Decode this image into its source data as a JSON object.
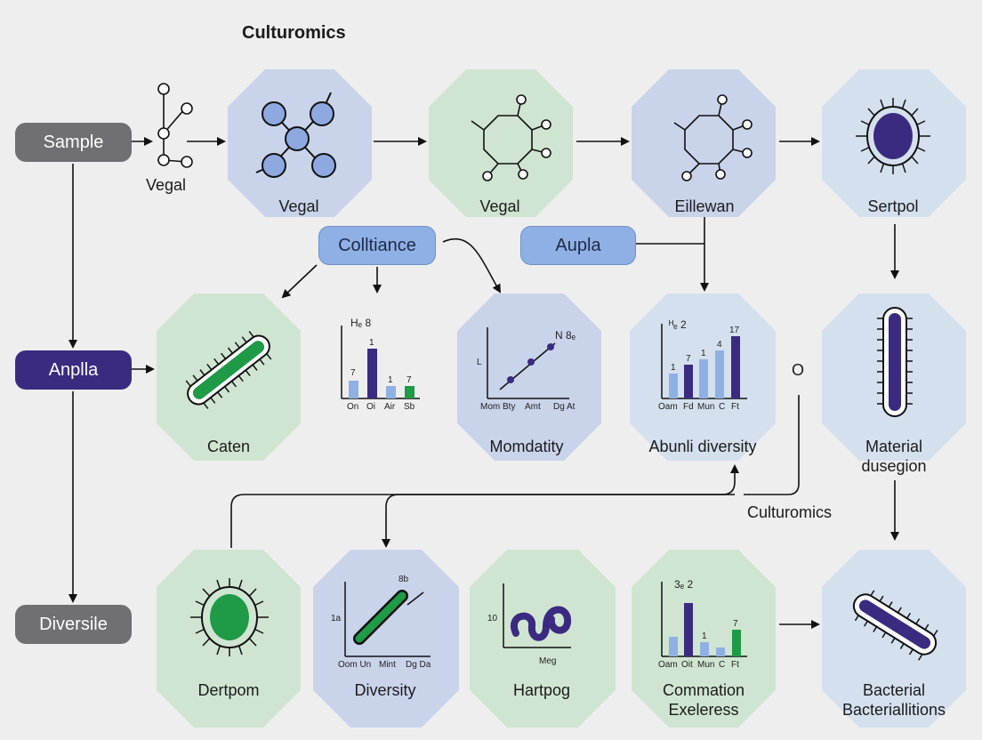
{
  "title": "Culturomics",
  "pills": {
    "sample": "Sample",
    "anpla": "Anplla",
    "diversile": "Diversile",
    "coltirance": "Colltiance",
    "aupla": "Aupla"
  },
  "nodes": {
    "r1": [
      "Vegal",
      "Vegal",
      "Eillewan",
      "Sertpol"
    ],
    "r2": [
      "Caten",
      "Momdatity",
      "Abunli diversity",
      "Material",
      "dusegion"
    ],
    "r3": [
      "Dertpom",
      "Diversity",
      "Hartpog",
      "Commation",
      "Exeleress",
      "Bacterial",
      "Bacteriallitions"
    ]
  },
  "side_labels": {
    "tree": "Vegal",
    "culturomics2": "Culturomics",
    "o_mark": "O"
  },
  "mini_charts": {
    "c1": {
      "top": "Hₑ 8",
      "vals": [
        "7",
        "1",
        "1",
        "7"
      ],
      "cats": [
        "On",
        "Oi",
        "Air",
        "Sb"
      ]
    },
    "c2": {
      "top": "N 8ₑ",
      "left": "L",
      "cats": [
        "Mom Bty",
        "Amt",
        "Dg At"
      ]
    },
    "c3": {
      "top": "ᴴₑ 2",
      "vals": [
        "1",
        "7",
        "1",
        "4",
        "17"
      ],
      "cats": [
        "Oam",
        "Fd",
        "Mun",
        "C",
        "Ft"
      ]
    },
    "c4": {
      "top": "8b",
      "left": "1a",
      "cats": [
        "Oom Un",
        "Mint",
        "Dg Da"
      ]
    },
    "c5": {
      "left": "10",
      "bottom": "Meg"
    },
    "c6": {
      "top": "3ₑ 2",
      "vals": [
        "1",
        "7"
      ],
      "cats": [
        "Oam",
        "Oit",
        "Mun",
        "C",
        "Ft"
      ]
    }
  },
  "colors": {
    "hex_blue": "#c9d3ea",
    "hex_green": "#cfe5d1",
    "hex_lightblue": "#d4e0ee",
    "accent_purple": "#3b2b80",
    "accent_green": "#1f9a46",
    "bar_light": "#8fb0e4"
  },
  "icons": [
    "molecule-icon",
    "bacterium-icon",
    "bar-chart-icon",
    "line-chart-icon"
  ]
}
